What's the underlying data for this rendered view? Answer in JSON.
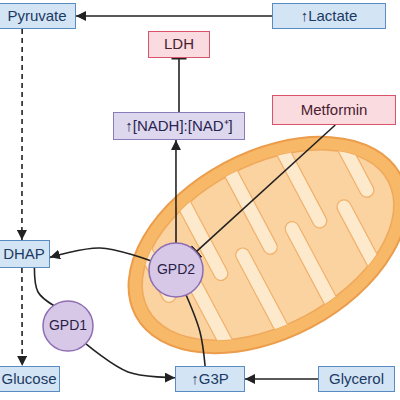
{
  "diagram": {
    "nodes": [
      {
        "text": [
          "Pyruvate"
        ]
      },
      {
        "text": [
          "↑Lactate"
        ]
      },
      {
        "text": [
          "LDH"
        ]
      },
      {
        "text": [
          "Metformin"
        ]
      },
      {
        "text": [
          "↑[NADH]:[NAD⁺]"
        ]
      },
      {
        "text": [
          "DHAP"
        ]
      },
      {
        "text": [
          "GPD2"
        ]
      },
      {
        "text": [
          "GPD1"
        ]
      },
      {
        "text": [
          "Glucose"
        ]
      },
      {
        "text": [
          "↑G3P"
        ]
      },
      {
        "text": [
          "Glycerol"
        ]
      }
    ],
    "edges": [
      {
        "from": 1,
        "to": 0,
        "arrow": "to"
      },
      {
        "from": 0,
        "to": 5,
        "arrow": "to"
      },
      {
        "from": 5,
        "to": 8,
        "arrow": "to"
      },
      {
        "from": 4,
        "to": 2,
        "arrow": "to"
      },
      {
        "from": 6,
        "to": 4,
        "arrow": "to"
      },
      {
        "from": 3,
        "to": 6,
        "arrow": "to"
      },
      {
        "from": 6,
        "to": 5,
        "arrow": "to"
      },
      {
        "from": 5,
        "to": 7,
        "arrow": "none"
      },
      {
        "from": 7,
        "to": 9,
        "arrow": "to"
      },
      {
        "from": 9,
        "to": 6,
        "arrow": "none"
      },
      {
        "from": 10,
        "to": 9,
        "arrow": "to"
      }
    ]
  }
}
